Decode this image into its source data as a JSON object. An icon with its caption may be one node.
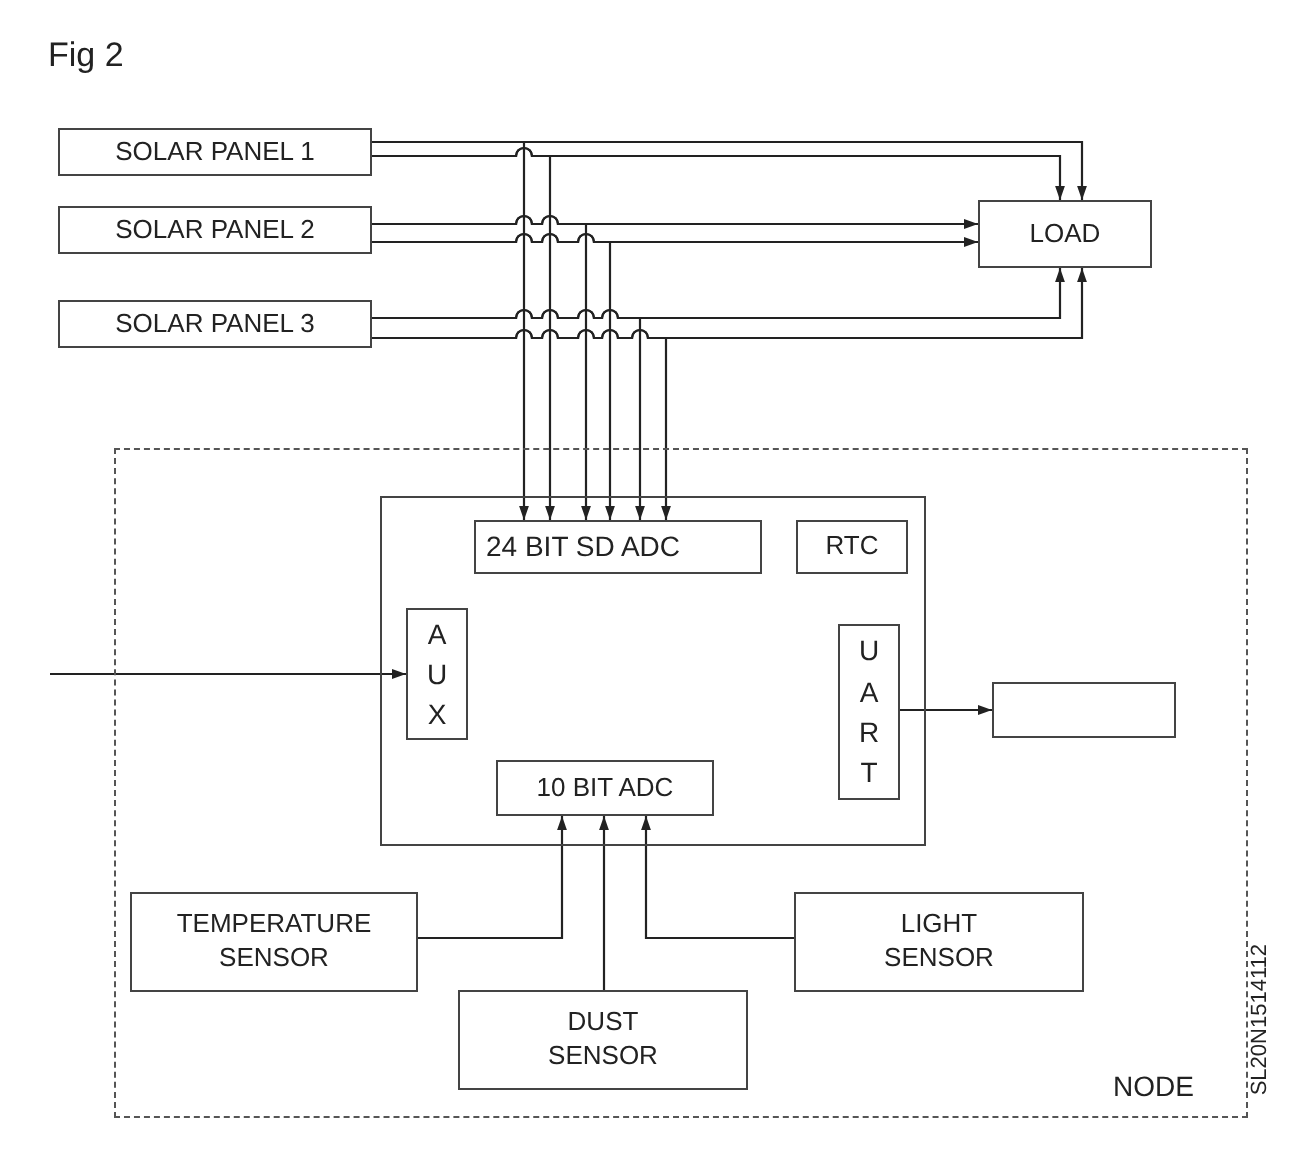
{
  "diagram": {
    "title": "Fig 2",
    "nodes": [
      {
        "text": [
          "SOLAR PANEL 1"
        ]
      },
      {
        "text": [
          "SOLAR PANEL 2"
        ]
      },
      {
        "text": [
          "SOLAR PANEL 3"
        ]
      },
      {
        "text": [
          "LOAD"
        ]
      },
      {
        "text": [
          "NODE"
        ]
      },
      {
        "text": [],
        "shape": "box",
        "in": 4
      },
      {
        "text": [
          "24 BIT SD ADC"
        ],
        "in": 5
      },
      {
        "text": [
          "RTC"
        ],
        "in": 5
      },
      {
        "text": [
          "AUX"
        ],
        "in": 5
      },
      {
        "text": [
          "UART"
        ],
        "in": 5
      },
      {
        "text": [
          "10 BIT ADC"
        ],
        "in": 5
      },
      {
        "text": [],
        "shape": "box",
        "in": 4
      },
      {
        "text": [
          "TEMPERATURE SENSOR"
        ],
        "in": 4
      },
      {
        "text": [
          "DUST SENSOR"
        ],
        "in": 4
      },
      {
        "text": [
          "LIGHT SENSOR"
        ],
        "in": 4
      }
    ],
    "edges": [
      {
        "from": 0,
        "to": 3,
        "arrow": "to"
      },
      {
        "from": 0,
        "to": 3,
        "arrow": "to"
      },
      {
        "from": 0,
        "to": 6,
        "arrow": "to"
      },
      {
        "from": 0,
        "to": 6,
        "arrow": "to"
      },
      {
        "from": 1,
        "to": 3,
        "arrow": "to"
      },
      {
        "from": 1,
        "to": 3,
        "arrow": "to"
      },
      {
        "from": 1,
        "to": 6,
        "arrow": "to"
      },
      {
        "from": 1,
        "to": 6,
        "arrow": "to"
      },
      {
        "from": 2,
        "to": 3,
        "arrow": "to"
      },
      {
        "from": 2,
        "to": 3,
        "arrow": "to"
      },
      {
        "from": 2,
        "to": 6,
        "arrow": "to"
      },
      {
        "from": 2,
        "to": 6,
        "arrow": "to"
      },
      {
        "from": null,
        "to": 8,
        "arrow": "to"
      },
      {
        "from": 9,
        "to": 11,
        "arrow": "to"
      },
      {
        "from": 12,
        "to": 10,
        "arrow": "to"
      },
      {
        "from": 13,
        "to": 10,
        "arrow": "to"
      },
      {
        "from": 14,
        "to": 10,
        "arrow": "to"
      }
    ],
    "labels": [
      "SL20N1514112"
    ]
  }
}
